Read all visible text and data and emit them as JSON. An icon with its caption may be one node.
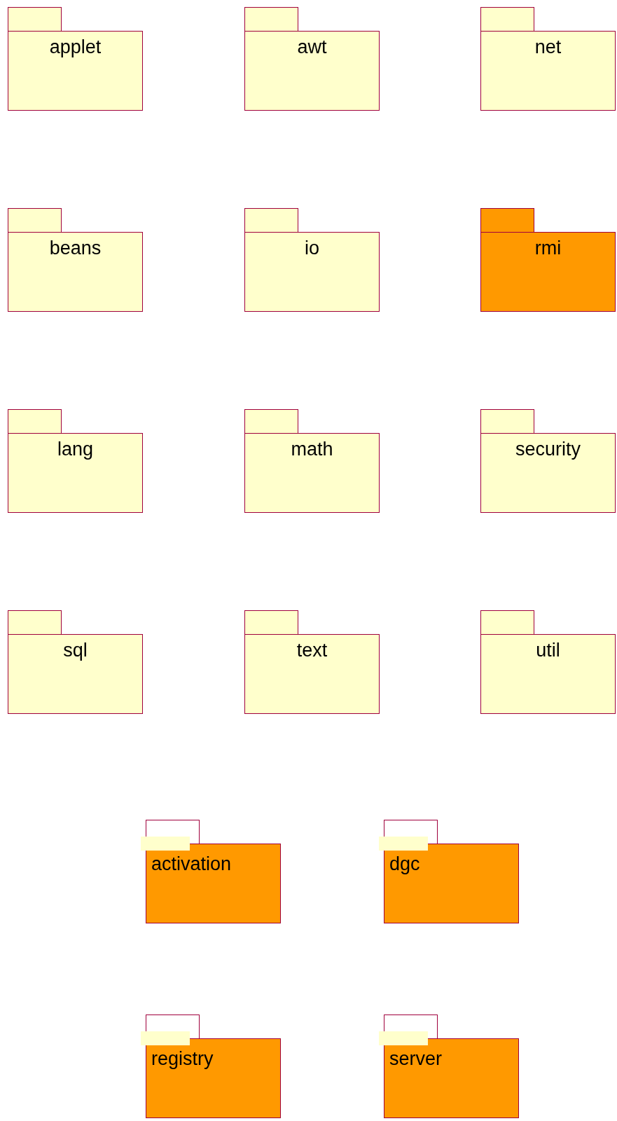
{
  "diagram": {
    "nodes": [
      {
        "text": [
          "applet"
        ]
      },
      {
        "text": [
          "awt"
        ]
      },
      {
        "text": [
          "net"
        ]
      },
      {
        "text": [
          "beans"
        ]
      },
      {
        "text": [
          "io"
        ]
      },
      {
        "text": [
          "rmi"
        ]
      },
      {
        "text": [
          "lang"
        ]
      },
      {
        "text": [
          "math"
        ]
      },
      {
        "text": [
          "security"
        ]
      },
      {
        "text": [
          "sql"
        ]
      },
      {
        "text": [
          "text"
        ]
      },
      {
        "text": [
          "util"
        ]
      },
      {
        "text": [
          "activation"
        ]
      },
      {
        "text": [
          "dgc"
        ]
      },
      {
        "text": [
          "registry"
        ]
      },
      {
        "text": [
          "server"
        ]
      }
    ]
  }
}
